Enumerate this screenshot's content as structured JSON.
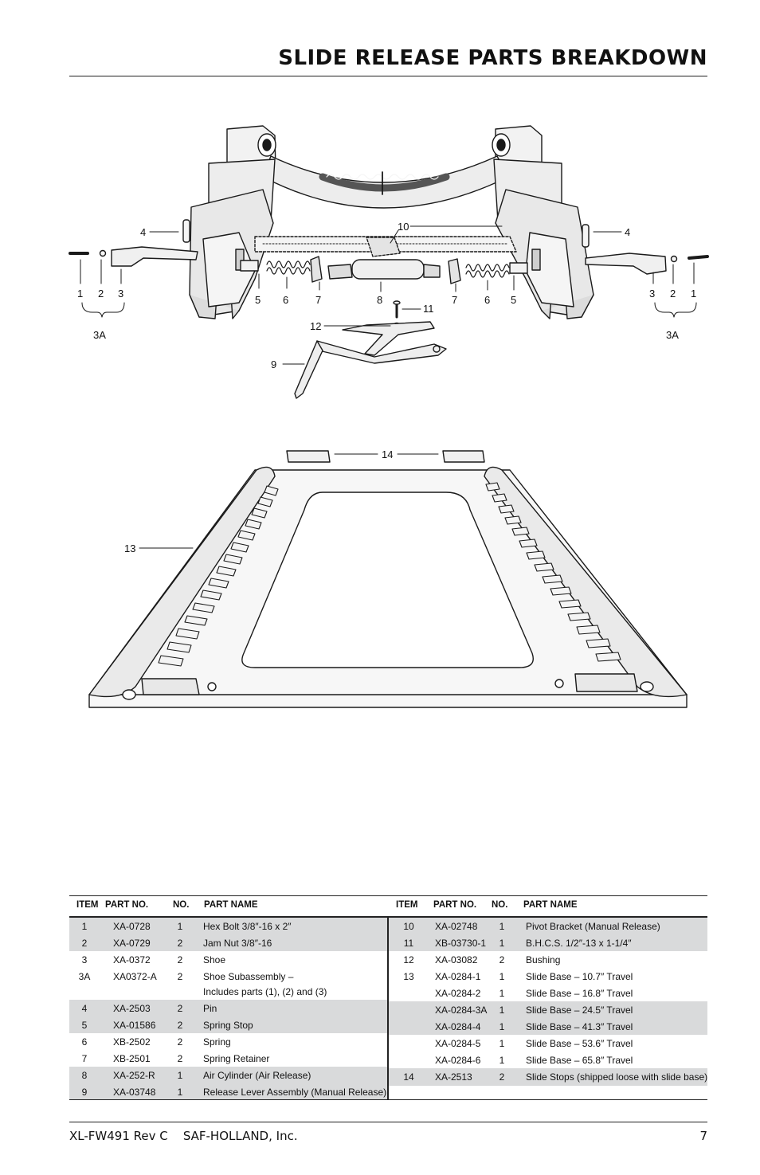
{
  "page": {
    "title": "SLIDE RELEASE PARTS BREAKDOWN",
    "footer_doc": "XL-FW491 Rev C",
    "footer_company": "SAF-HOLLAND, Inc.",
    "page_number": "7"
  },
  "callouts": {
    "c1a": "1",
    "c2a": "2",
    "c3a": "3",
    "c3A_a": "3A",
    "c4a": "4",
    "c5a": "5",
    "c6a": "6",
    "c7a": "7",
    "c8": "8",
    "c10": "10",
    "c7b": "7",
    "c6b": "6",
    "c5b": "5",
    "c4b": "4",
    "c3b": "3",
    "c2b": "2",
    "c1b": "1",
    "c3A_b": "3A",
    "c11": "11",
    "c12": "12",
    "c9": "9",
    "c14": "14",
    "c13": "13"
  },
  "table": {
    "headers": {
      "item": "ITEM",
      "part_no": "PART NO.",
      "no": "NO.",
      "part_name": "PART NAME"
    },
    "left": [
      {
        "item": "1",
        "part_no": "XA-0728",
        "no": "1",
        "name": "Hex Bolt 3/8″-16 x 2″",
        "shade": true
      },
      {
        "item": "2",
        "part_no": "XA-0729",
        "no": "2",
        "name": "Jam Nut 3/8″-16",
        "shade": true
      },
      {
        "item": "3",
        "part_no": "XA-0372",
        "no": "2",
        "name": "Shoe",
        "shade": false
      },
      {
        "item": "3A",
        "part_no": "XA0372-A",
        "no": "2",
        "name": "Shoe Subassembly –",
        "name2": "Includes parts (1), (2) and (3)",
        "shade": false
      },
      {
        "item": "4",
        "part_no": "XA-2503",
        "no": "2",
        "name": "Pin",
        "shade": true
      },
      {
        "item": "5",
        "part_no": "XA-01586",
        "no": "2",
        "name": "Spring Stop",
        "shade": true
      },
      {
        "item": "6",
        "part_no": "XB-2502",
        "no": "2",
        "name": "Spring",
        "shade": false
      },
      {
        "item": "7",
        "part_no": "XB-2501",
        "no": "2",
        "name": "Spring Retainer",
        "shade": false
      },
      {
        "item": "8",
        "part_no": "XA-252-R",
        "no": "1",
        "name": "Air Cylinder (Air Release)",
        "shade": true
      },
      {
        "item": "9",
        "part_no": "XA-03748",
        "no": "1",
        "name": "Release Lever Assembly (Manual Release)",
        "shade": true
      }
    ],
    "right": [
      {
        "item": "10",
        "part_no": "XA-02748",
        "no": "1",
        "name": "Pivot Bracket (Manual Release)",
        "shade": true
      },
      {
        "item": "11",
        "part_no": "XB-03730-1",
        "no": "1",
        "name": "B.H.C.S. 1/2″-13 x 1-1/4″",
        "shade": true
      },
      {
        "item": "12",
        "part_no": "XA-03082",
        "no": "2",
        "name": "Bushing",
        "shade": false
      },
      {
        "item": "13",
        "part_no": "XA-0284-1",
        "no": "1",
        "name": "Slide Base – 10.7″ Travel",
        "shade": false
      },
      {
        "item": "",
        "part_no": "XA-0284-2",
        "no": "1",
        "name": "Slide Base – 16.8″ Travel",
        "shade": false
      },
      {
        "item": "",
        "part_no": "XA-0284-3A",
        "no": "1",
        "name": "Slide Base – 24.5″ Travel",
        "shade": true
      },
      {
        "item": "",
        "part_no": "XA-0284-4",
        "no": "1",
        "name": "Slide Base – 41.3″ Travel",
        "shade": true
      },
      {
        "item": "",
        "part_no": "XA-0284-5",
        "no": "1",
        "name": "Slide Base – 53.6″ Travel",
        "shade": false
      },
      {
        "item": "",
        "part_no": "XA-0284-6",
        "no": "1",
        "name": "Slide Base – 65.8″ Travel",
        "shade": false
      },
      {
        "item": "14",
        "part_no": "XA-2513",
        "no": "2",
        "name": "Slide Stops (shipped loose with slide base)",
        "shade": true
      }
    ]
  }
}
